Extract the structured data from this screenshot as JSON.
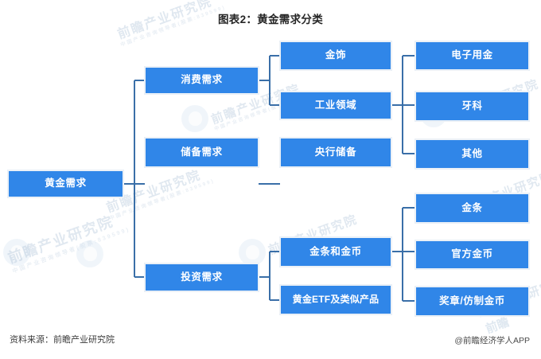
{
  "title": "图表2：黄金需求分类",
  "colors": {
    "node_fill": "#3086e8",
    "node_border": "#eef3f8",
    "connector": "#3a6fa8",
    "node_text": "#ffffff",
    "title_text": "#262626",
    "background": "#ffffff",
    "watermark": "#9bb4cf"
  },
  "diagram": {
    "type": "tree",
    "orientation": "left-to-right",
    "root": {
      "id": "root",
      "label": "黄金需求",
      "children": [
        {
          "id": "consumer",
          "label": "消费需求",
          "children": [
            {
              "id": "jewelry",
              "label": "金饰",
              "children": []
            },
            {
              "id": "industrial",
              "label": "工业领域",
              "children": [
                {
                  "id": "electronics",
                  "label": "电子用金"
                },
                {
                  "id": "dental",
                  "label": "牙科"
                },
                {
                  "id": "other",
                  "label": "其他"
                }
              ]
            }
          ]
        },
        {
          "id": "reserve",
          "label": "储备需求",
          "children": [
            {
              "id": "central-bank",
              "label": "央行储备",
              "children": []
            }
          ]
        },
        {
          "id": "investment",
          "label": "投资需求",
          "children": [
            {
              "id": "bars-coins",
              "label": "金条和金币",
              "children": [
                {
                  "id": "gold-bar",
                  "label": "金条"
                },
                {
                  "id": "official-coin",
                  "label": "官方金币"
                },
                {
                  "id": "medal-imitation",
                  "label": "奖章/仿制金币"
                }
              ]
            },
            {
              "id": "gold-etf",
              "label": "黄金ETF及类似产品",
              "children": []
            }
          ]
        }
      ]
    }
  },
  "nodes": {
    "root": "黄金需求",
    "consumer": "消费需求",
    "reserve": "储备需求",
    "investment": "投资需求",
    "jewelry": "金饰",
    "industrial": "工业领域",
    "central_bank": "央行储备",
    "bars_coins": "金条和金币",
    "gold_etf": "黄金ETF及类似产品",
    "electronics": "电子用金",
    "dental": "牙科",
    "other": "其他",
    "gold_bar": "金条",
    "official_coin": "官方金币",
    "medal_imitation": "奖章/仿制金币"
  },
  "watermarks": {
    "main": "前瞻产业研究院",
    "sub": "中国产业咨询领导者(股票:839599)",
    "footer_mark": "前瞻"
  },
  "footer": {
    "source": "资料来源：前瞻产业研究院",
    "brand": "@前瞻经济学人APP"
  }
}
